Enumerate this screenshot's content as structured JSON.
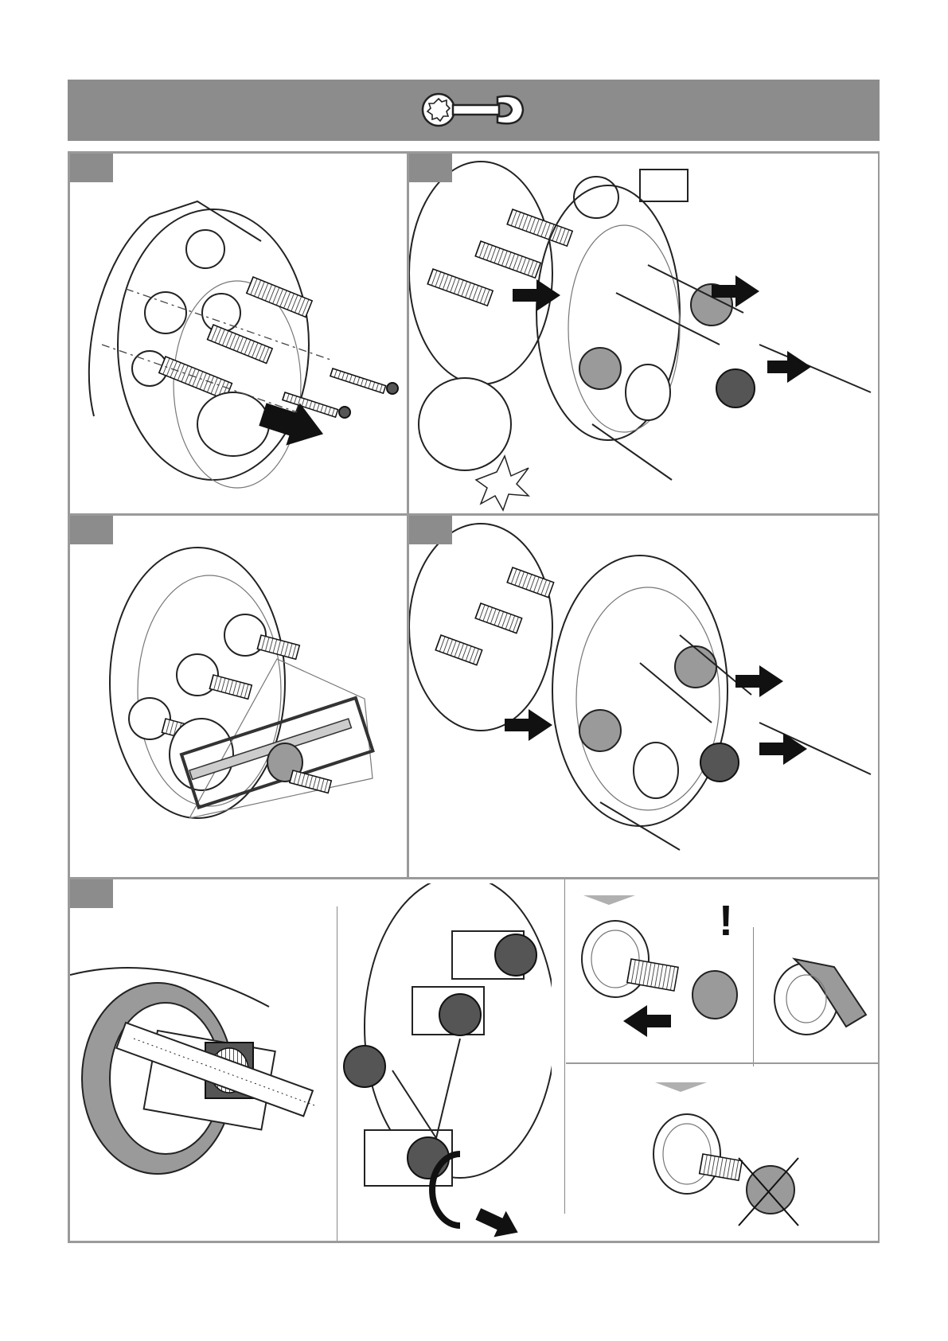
{
  "header": {
    "tool_icon": "spanner-wrench-icon",
    "background": "#8c8c8c"
  },
  "steps": [
    {
      "id": "step-1",
      "icon": "long-screws-insert-icon"
    },
    {
      "id": "step-2",
      "icon": "screws-into-cover-icon"
    },
    {
      "id": "step-3",
      "icon": "hacksaw-cut-icon"
    },
    {
      "id": "step-4",
      "icon": "remove-screws-icon"
    },
    {
      "id": "step-5",
      "icon": "measure-and-adapter-icon"
    }
  ],
  "step5_subpanels": {
    "warning_mark": "!",
    "measure_icon": "ruler-icon",
    "rotate_icon": "rotate-arrow-icon"
  },
  "colors": {
    "tab": "#8c8c8c",
    "border": "#9a9a9a"
  }
}
